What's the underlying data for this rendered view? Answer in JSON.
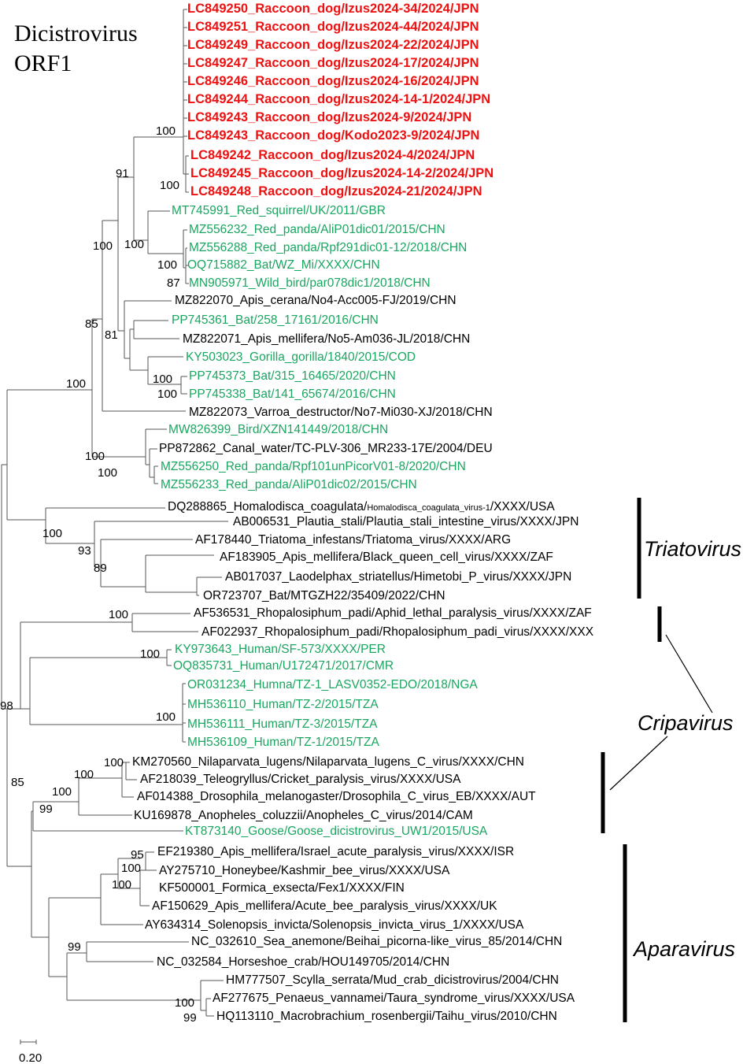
{
  "title_lines": [
    "Dicistrovirus",
    "ORF1"
  ],
  "scale_label": "0.20",
  "colors": {
    "highlight": "#ee1111",
    "related": "#1aa660",
    "default": "#000000"
  },
  "genera": [
    "Triatovirus",
    "Cripavirus",
    "Aparavirus"
  ],
  "tips": [
    {
      "label": "LC849250_Raccoon_dog/Izus2024-34/2024/JPN",
      "color": "highlight"
    },
    {
      "label": "LC849251_Raccoon_dog/Izus2024-44/2024/JPN",
      "color": "highlight"
    },
    {
      "label": "LC849249_Raccoon_dog/Izus2024-22/2024/JPN",
      "color": "highlight"
    },
    {
      "label": "LC849247_Raccoon_dog/Izus2024-17/2024/JPN",
      "color": "highlight"
    },
    {
      "label": "LC849246_Raccoon_dog/Izus2024-16/2024/JPN",
      "color": "highlight"
    },
    {
      "label": "LC849244_Raccoon_dog/Izus2024-14-1/2024/JPN",
      "color": "highlight"
    },
    {
      "label": "LC849243_Raccoon_dog/Izus2024-9/2024/JPN",
      "color": "highlight"
    },
    {
      "label": "LC849243_Raccoon_dog/Kodo2023-9/2024/JPN",
      "color": "highlight"
    },
    {
      "label": "LC849242_Raccoon_dog/Izus2024-4/2024/JPN",
      "color": "highlight"
    },
    {
      "label": "LC849245_Raccoon_dog/Izus2024-14-2/2024/JPN",
      "color": "highlight"
    },
    {
      "label": "LC849248_Raccoon_dog/Izus2024-21/2024/JPN",
      "color": "highlight"
    },
    {
      "label": "MT745991_Red_squirrel/UK/2011/GBR",
      "color": "related"
    },
    {
      "label": "MZ556232_Red_panda/AliP01dic01/2015/CHN",
      "color": "related"
    },
    {
      "label": "MZ556288_Red_panda/Rpf291dic01-12/2018/CHN",
      "color": "related"
    },
    {
      "label": "OQ715882_Bat/WZ_Mi/XXXX/CHN",
      "color": "related"
    },
    {
      "label": "MN905971_Wild_bird/par078dic1/2018/CHN",
      "color": "related"
    },
    {
      "label": "MZ822070_Apis_cerana/No4-Acc005-FJ/2019/CHN",
      "color": "default"
    },
    {
      "label": "PP745361_Bat/258_17161/2016/CHN",
      "color": "related"
    },
    {
      "label": "MZ822071_Apis_mellifera/No5-Am036-JL/2018/CHN",
      "color": "default"
    },
    {
      "label": "KY503023_Gorilla_gorilla/1840/2015/COD",
      "color": "related"
    },
    {
      "label": "PP745373_Bat/315_16465/2020/CHN",
      "color": "related"
    },
    {
      "label": "PP745338_Bat/141_65674/2016/CHN",
      "color": "related"
    },
    {
      "label": "MZ822073_Varroa_destructor/No7-Mi030-XJ/2018/CHN",
      "color": "default"
    },
    {
      "label": "MW826399_Bird/XZN141449/2018/CHN",
      "color": "related"
    },
    {
      "label": "PP872862_Canal_water/TC-PLV-306_MR233-17E/2004/DEU",
      "color": "default"
    },
    {
      "label": "MZ556250_Red_panda/Rpf101unPicorV01-8/2020/CHN",
      "color": "related"
    },
    {
      "label": "MZ556233_Red_panda/AliP01dic02/2015/CHN",
      "color": "related"
    },
    {
      "label": "DQ288865_Homalodisca_coagulata/",
      "small": "Homalodisca_coagulata_virus-1",
      "suffix": "/XXXX/USA",
      "color": "default"
    },
    {
      "label": "AB006531_Plautia_stali/Plautia_stali_intestine_virus/XXXX/JPN",
      "color": "default"
    },
    {
      "label": "AF178440_Triatoma_infestans/Triatoma_virus/XXXX/ARG",
      "color": "default"
    },
    {
      "label": "AF183905_Apis_mellifera/Black_queen_cell_virus/XXXX/ZAF",
      "color": "default"
    },
    {
      "label": "AB017037_Laodelphax_striatellus/Himetobi_P_virus/XXXX/JPN",
      "color": "default"
    },
    {
      "label": "OR723707_Bat/MTGZH22/35409/2022/CHN",
      "color": "default"
    },
    {
      "label": "AF536531_Rhopalosiphum_padi/Aphid_lethal_paralysis_virus/XXXX/ZAF",
      "color": "default"
    },
    {
      "label": "AF022937_Rhopalosiphum_padi/Rhopalosiphum_padi_virus/XXXX/XXX",
      "color": "default"
    },
    {
      "label": "KY973643_Human/SF-573/XXXX/PER",
      "color": "related"
    },
    {
      "label": "OQ835731_Human/U172471/2017/CMR",
      "color": "related"
    },
    {
      "label": "OR031234_Humna/TZ-1_LASV0352-EDO/2018/NGA",
      "color": "related"
    },
    {
      "label": "MH536110_Human/TZ-2/2015/TZA",
      "color": "related"
    },
    {
      "label": "MH536111_Human/TZ-3/2015/TZA",
      "color": "related"
    },
    {
      "label": "MH536109_Human/TZ-1/2015/TZA",
      "color": "related"
    },
    {
      "label": "KM270560_Nilaparvata_lugens/Nilaparvata_lugens_C_virus/XXXX/CHN",
      "color": "default"
    },
    {
      "label": "AF218039_Teleogryllus/Cricket_paralysis_virus/XXXX/USA",
      "color": "default"
    },
    {
      "label": "AF014388_Drosophila_melanogaster/Drosophila_C_virus_EB/XXXX/AUT",
      "color": "default"
    },
    {
      "label": "KU169878_Anopheles_coluzzii/Anopheles_C_virus/2014/CAM",
      "color": "default"
    },
    {
      "label": "KT873140_Goose/Goose_dicistrovirus_UW1/2015/USA",
      "color": "related"
    },
    {
      "label": "EF219380_Apis_mellifera/Israel_acute_paralysis_virus/XXXX/ISR",
      "color": "default"
    },
    {
      "label": "AY275710_Honeybee/Kashmir_bee_virus/XXXX/USA",
      "color": "default"
    },
    {
      "label": "KF500001_Formica_exsecta/Fex1/XXXX/FIN",
      "color": "default"
    },
    {
      "label": "AF150629_Apis_mellifera/Acute_bee_paralysis_virus/XXXX/UK",
      "color": "default"
    },
    {
      "label": "AY634314_Solenopsis_invicta/Solenopsis_invicta_virus_1/XXXX/USA",
      "color": "default"
    },
    {
      "label": "NC_032610_Sea_anemone/Beihai_picorna-like_virus_85/2014/CHN",
      "color": "default"
    },
    {
      "label": "NC_032584_Horseshoe_crab/HOU149705/2014/CHN",
      "color": "default"
    },
    {
      "label": "HM777507_Scylla_serrata/Mud_crab_dicistrovirus/2004/CHN",
      "color": "default"
    },
    {
      "label": "AF277675_Penaeus_vannamei/Taura_syndrome_virus/XXXX/USA",
      "color": "default"
    },
    {
      "label": "HQ113110_Macrobrachium_rosenbergii/Taihu_virus/2010/CHN",
      "color": "default"
    }
  ],
  "support": [
    {
      "id": "s_100_raccoon",
      "text": "100"
    },
    {
      "id": "s_91",
      "text": "91"
    },
    {
      "id": "s_100_raccoon_sub",
      "text": "100"
    },
    {
      "id": "s_100_redpanda",
      "text": "100"
    },
    {
      "id": "s_100_squirrel",
      "text": "100"
    },
    {
      "id": "s_100_bat_wz",
      "text": "100"
    },
    {
      "id": "s_87",
      "text": "87"
    },
    {
      "id": "s_85_top",
      "text": "85"
    },
    {
      "id": "s_81",
      "text": "81"
    },
    {
      "id": "s_100_bat_a",
      "text": "100"
    },
    {
      "id": "s_100_bat_b",
      "text": "100"
    },
    {
      "id": "s_100_big",
      "text": "100"
    },
    {
      "id": "s_100_canal",
      "text": "100"
    },
    {
      "id": "s_100_redpanda2",
      "text": "100"
    },
    {
      "id": "s_100_triato",
      "text": "100"
    },
    {
      "id": "s_93",
      "text": "93"
    },
    {
      "id": "s_89",
      "text": "89"
    },
    {
      "id": "s_100_aphid",
      "text": "100"
    },
    {
      "id": "s_100_human_a",
      "text": "100"
    },
    {
      "id": "s_100_human_b",
      "text": "100"
    },
    {
      "id": "s_98",
      "text": "98"
    },
    {
      "id": "s_100_nila",
      "text": "100"
    },
    {
      "id": "s_100_cricket",
      "text": "100"
    },
    {
      "id": "s_100_dros",
      "text": "100"
    },
    {
      "id": "s_85_bottom",
      "text": "85"
    },
    {
      "id": "s_99_cripa",
      "text": "99"
    },
    {
      "id": "s_95",
      "text": "95"
    },
    {
      "id": "s_100_kashmir",
      "text": "100"
    },
    {
      "id": "s_100_formica",
      "text": "100"
    },
    {
      "id": "s_99_apara",
      "text": "99"
    },
    {
      "id": "s_100_scylla",
      "text": "100"
    },
    {
      "id": "s_99_taura",
      "text": "99"
    }
  ]
}
